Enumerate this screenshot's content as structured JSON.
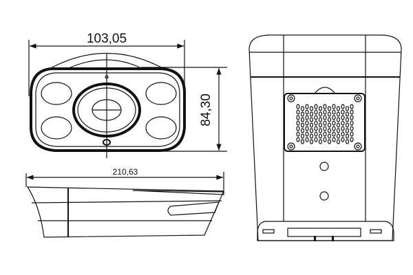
{
  "diagram": {
    "front_view": {
      "width_dimension": "103,05",
      "height_dimension": "84,30"
    },
    "side_view": {
      "length_dimension": "210,63"
    },
    "colors": {
      "line": "#111111",
      "background": "#ffffff"
    }
  }
}
